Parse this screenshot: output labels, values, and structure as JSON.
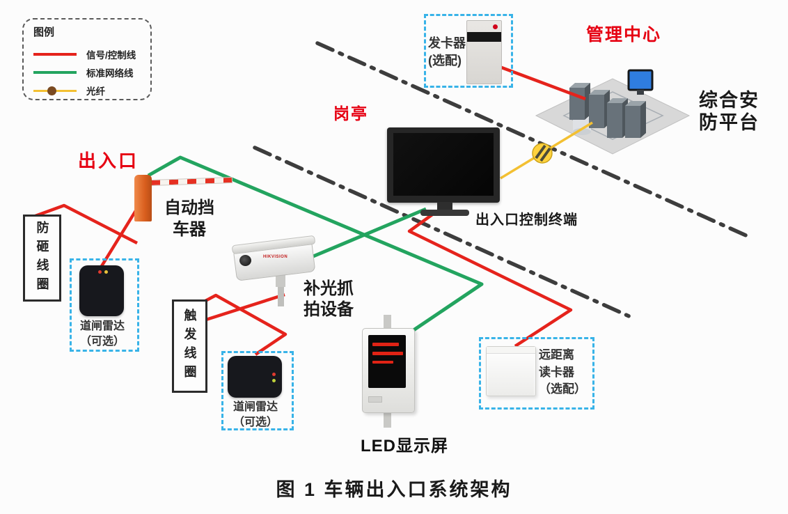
{
  "colors": {
    "signal_line": "#e5231c",
    "network_line": "#23a45f",
    "fiber_line": "#f3c032",
    "fiber_node": "#ffd23e",
    "option_bracket_blue": "#38b3e8",
    "zone_label_red": "#e60012",
    "zone_divider": "#3d3d3d",
    "barrier_orange": "#d95f1e"
  },
  "legend": {
    "title": "图例",
    "items": [
      {
        "name": "signal-control-line",
        "label": "信号/控制线",
        "color": "#e5231c"
      },
      {
        "name": "standard-network-line",
        "label": "标准网络线",
        "color": "#23a45f"
      },
      {
        "name": "optical-fiber",
        "label": "光纤",
        "color": "#f3c032"
      }
    ]
  },
  "zones": {
    "management_center": "管理中心",
    "guard_booth": "岗亭",
    "entrance": "出入口"
  },
  "devices": {
    "card_dispenser": {
      "label": "发卡器",
      "note": "(选配)"
    },
    "security_platform": {
      "label_line1": "综合安",
      "label_line2": "防平台"
    },
    "control_terminal": {
      "label": "出入口控制终端"
    },
    "barrier": {
      "label_line1": "自动挡",
      "label_line2": "车器"
    },
    "anti_smash_loop": {
      "label": "防砸线圈"
    },
    "trigger_loop": {
      "label": "触发线圈"
    },
    "radar1": {
      "label": "道闸雷达",
      "note": "（可选）"
    },
    "radar2": {
      "label": "道闸雷达",
      "note": "（可选）"
    },
    "camera": {
      "label_line1": "补光抓",
      "label_line2": "拍设备",
      "brand": "HIKVISION"
    },
    "led_screen": {
      "label": "LED显示屏"
    },
    "long_range_reader": {
      "label_line1": "远距离",
      "label_line2": "读卡器",
      "note": "（选配）"
    }
  },
  "caption": "图 1 车辆出入口系统架构"
}
